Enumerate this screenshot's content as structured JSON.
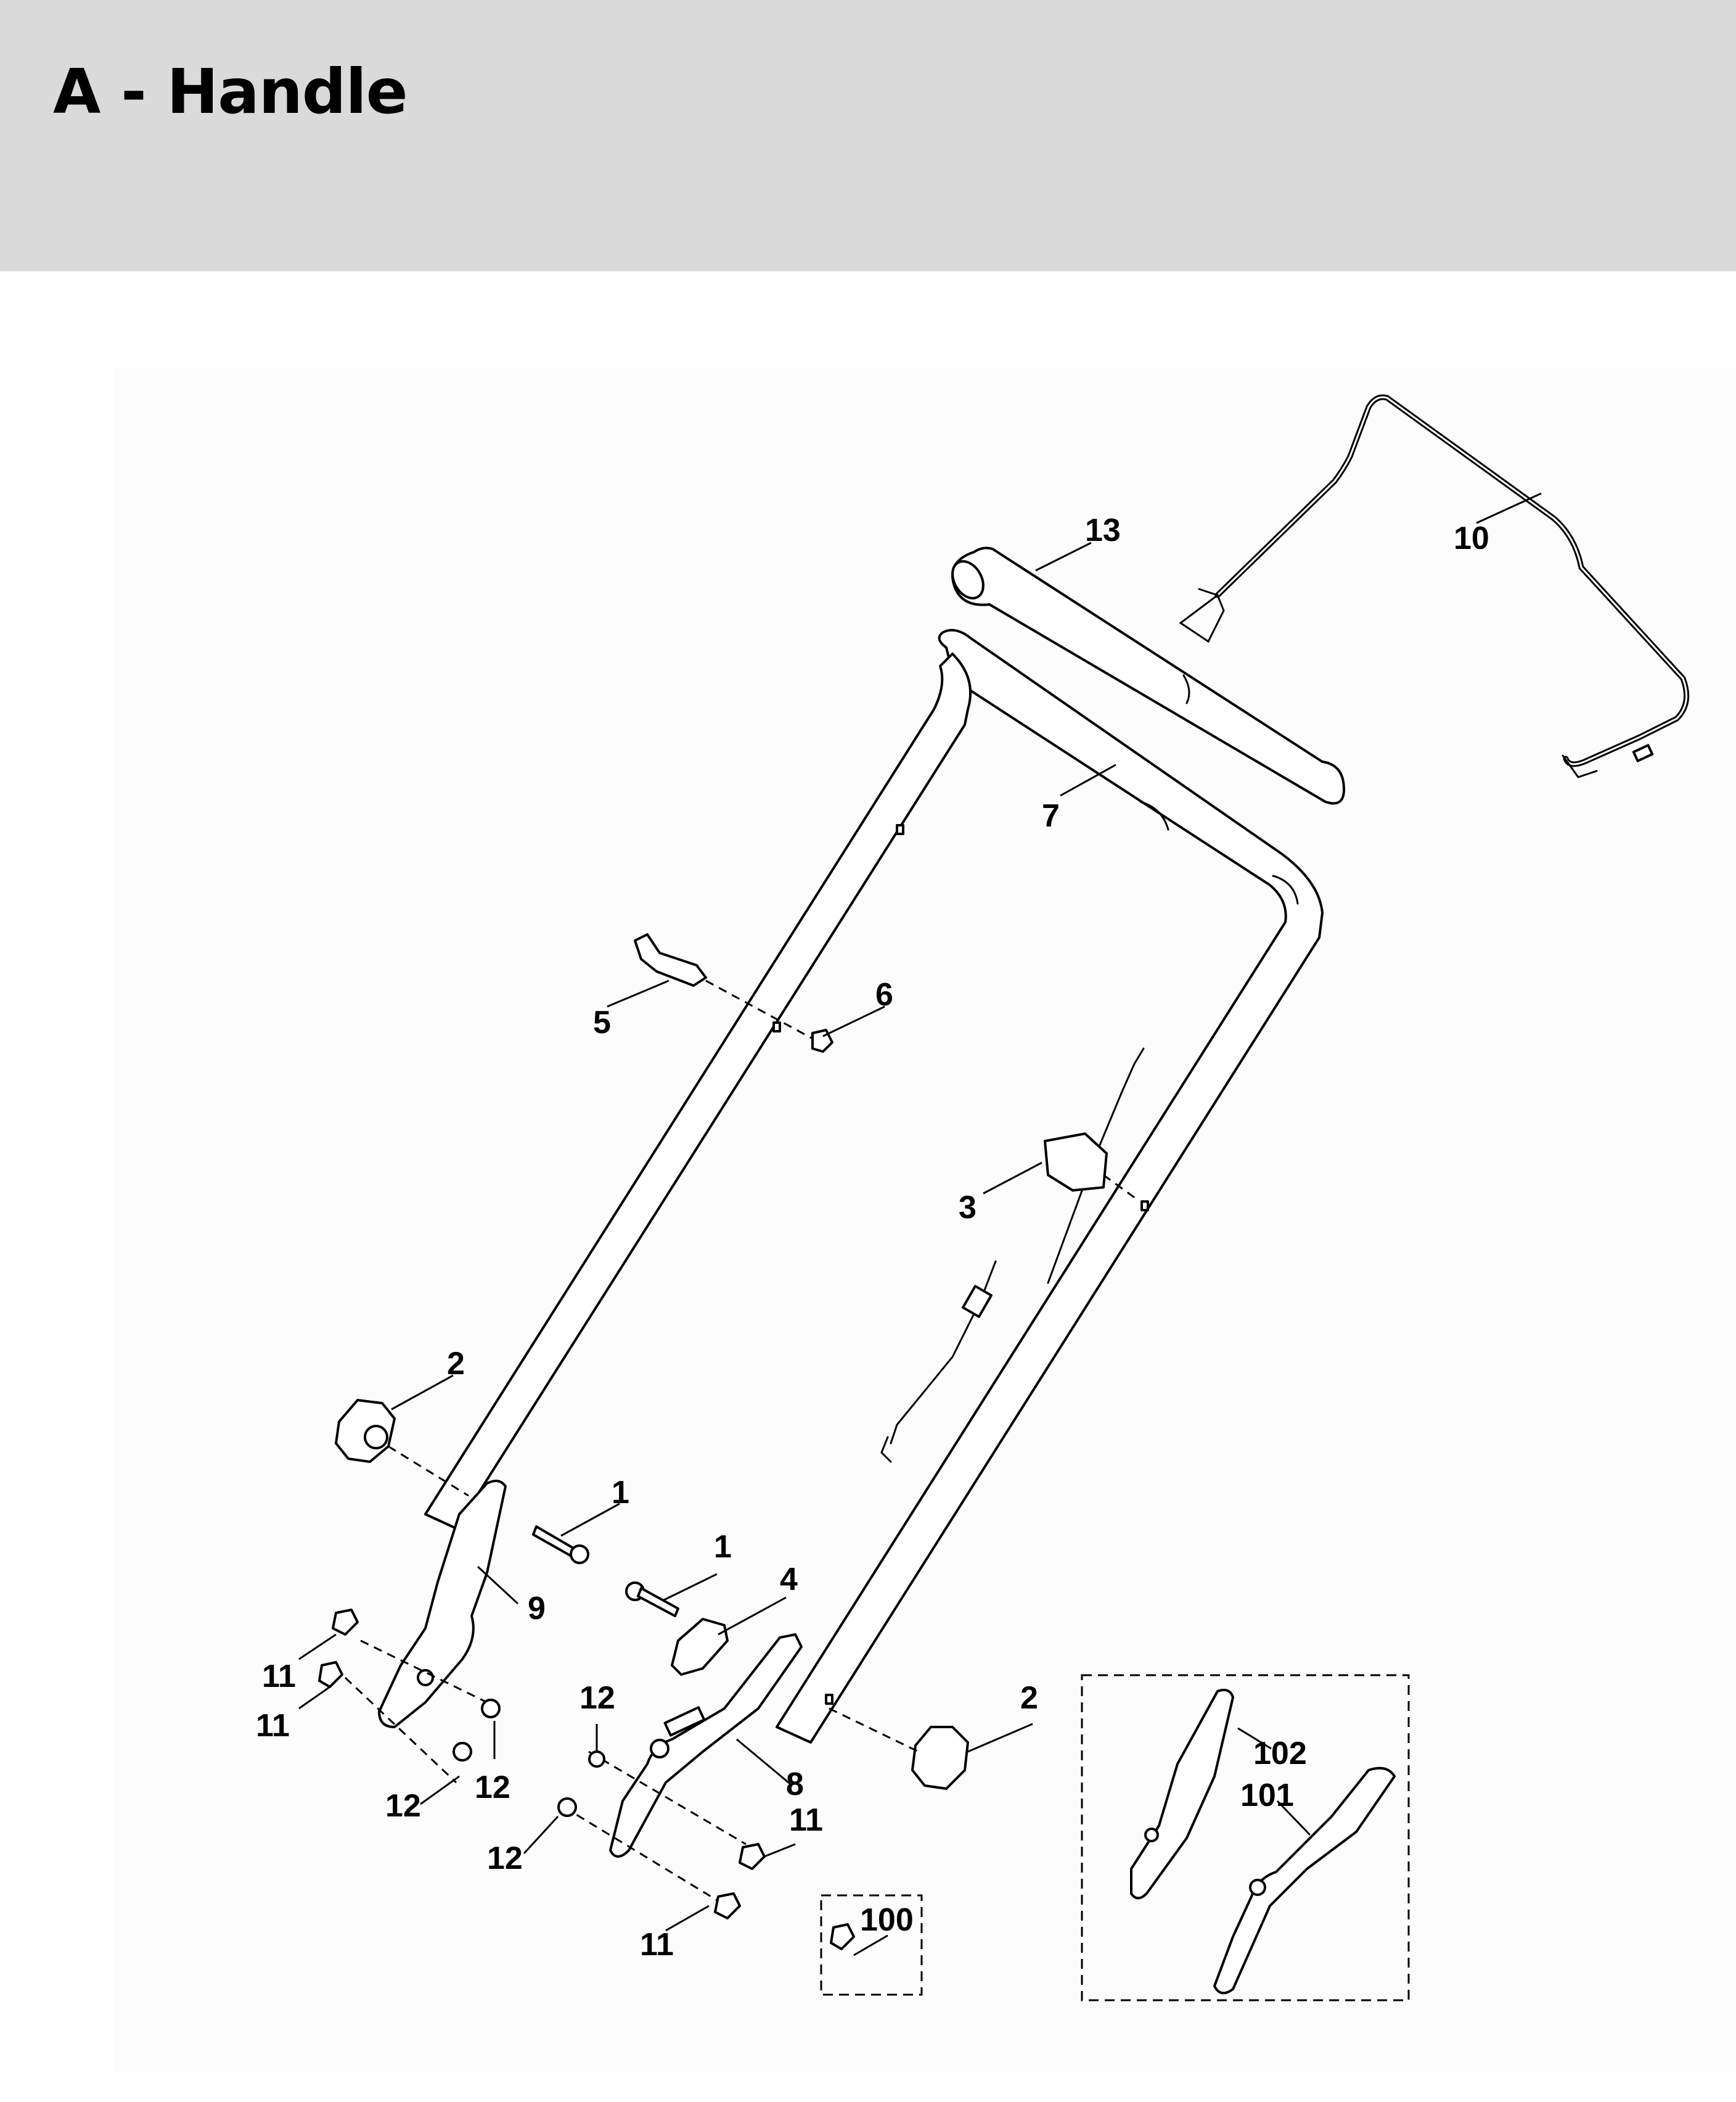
{
  "header": {
    "title": "A - Handle"
  },
  "callouts": {
    "c13": "13",
    "c10": "10",
    "c7": "7",
    "c6": "6",
    "c5": "5",
    "c3": "3",
    "c2_top": "2",
    "c1_a": "1",
    "c1_b": "1",
    "c4": "4",
    "c9": "9",
    "c11_a": "11",
    "c11_b": "11",
    "c12_a": "12",
    "c12_b": "12",
    "c12_c": "12",
    "c12_d": "12",
    "c8": "8",
    "c2_right": "2",
    "c11_c": "11",
    "c11_d": "11",
    "c100": "100",
    "c102": "102",
    "c101": "101"
  }
}
